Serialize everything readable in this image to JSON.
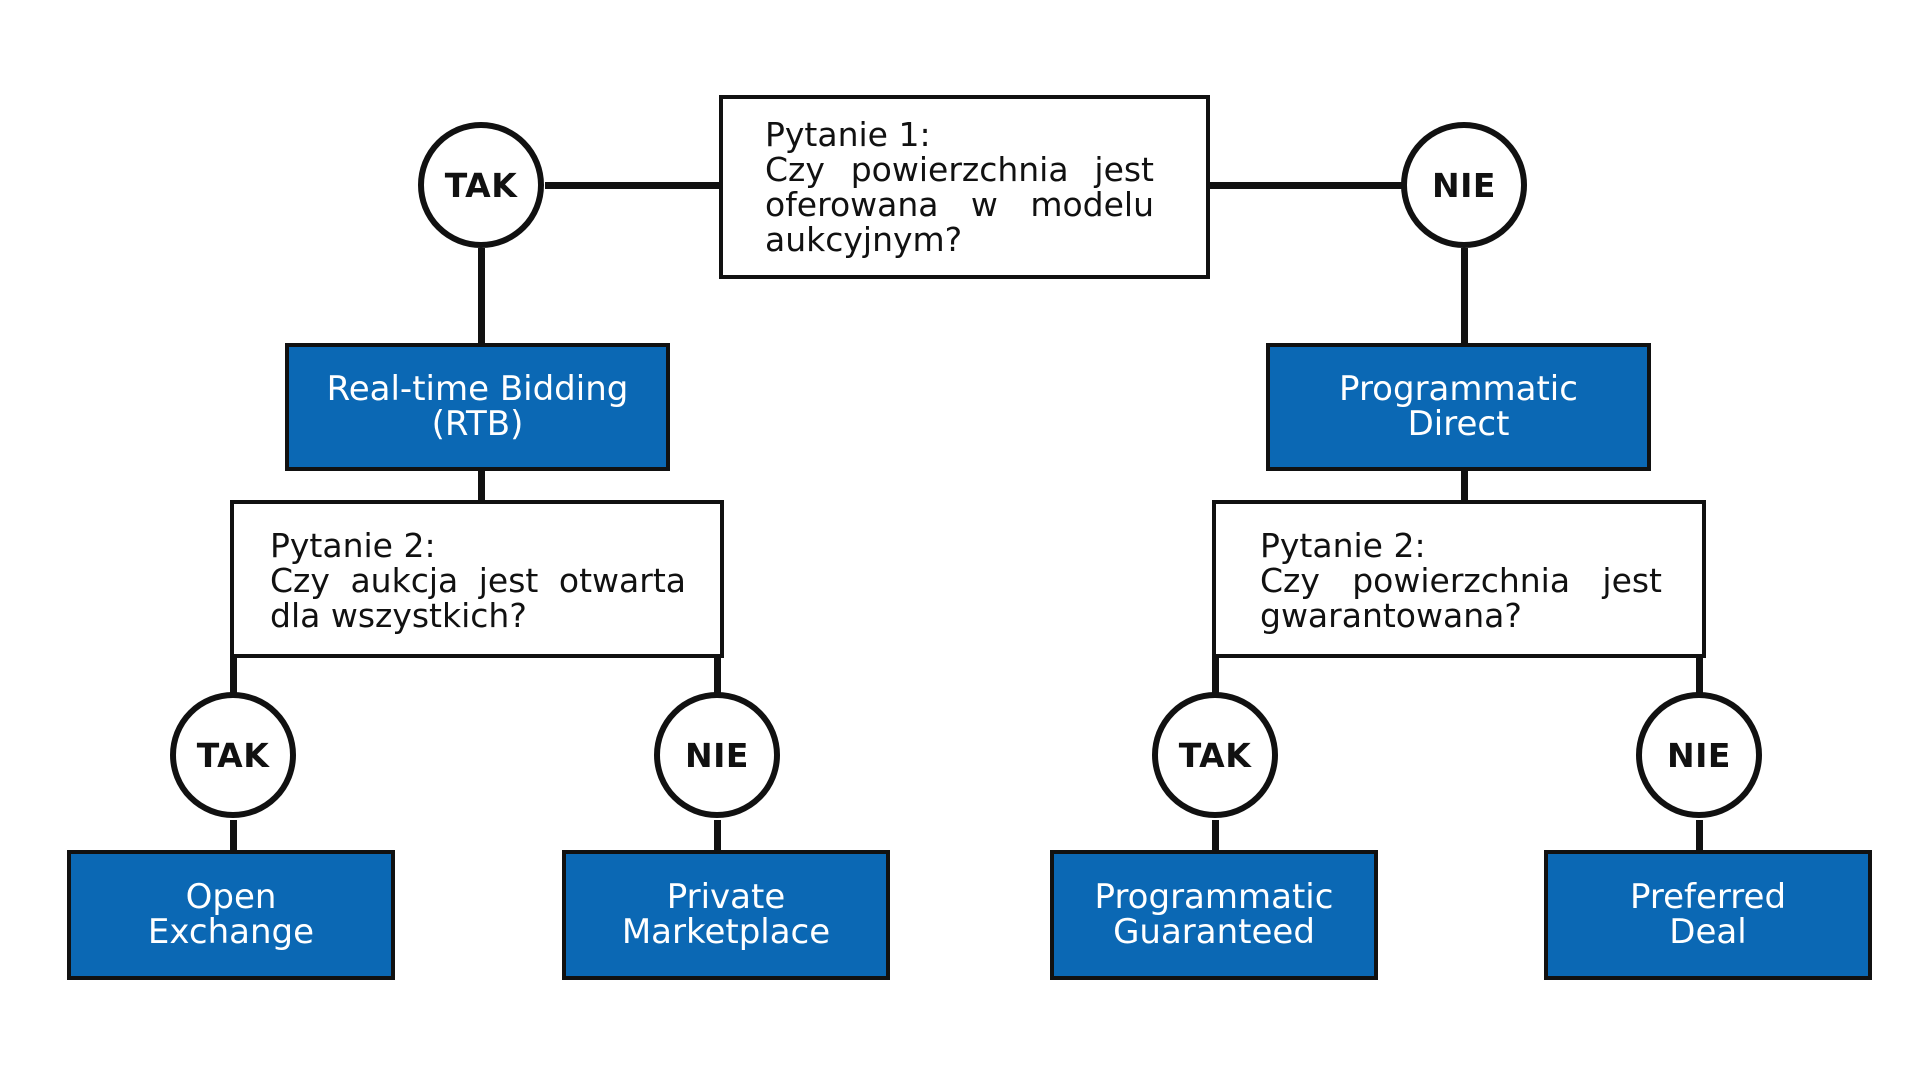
{
  "colors": {
    "result_fill": "#0b68b4",
    "line": "#111111",
    "question_fill": "#ffffff"
  },
  "question1": {
    "lines": [
      "Pytanie 1:",
      "Czy powierzchnia jest",
      "oferowana w modelu",
      "aukcyjnym?"
    ]
  },
  "question2_left": {
    "lines": [
      "Pytanie 2:",
      "Czy aukcja jest otwarta",
      "dla wszystkich?"
    ]
  },
  "question2_right": {
    "lines": [
      "Pytanie 2:",
      "Czy powierzchnia jest",
      "gwarantowana?"
    ]
  },
  "answers": {
    "top_yes": "TAK",
    "top_no": "NIE",
    "left_yes": "TAK",
    "left_no": "NIE",
    "right_yes": "TAK",
    "right_no": "NIE"
  },
  "results": {
    "rtb": [
      "Real-time Bidding",
      "(RTB)"
    ],
    "programmatic_direct": [
      "Programmatic",
      "Direct"
    ],
    "open_exchange": [
      "Open",
      "Exchange"
    ],
    "private_marketplace": [
      "Private",
      "Marketplace"
    ],
    "programmatic_guaranteed": [
      "Programmatic",
      "Guaranteed"
    ],
    "preferred_deal": [
      "Preferred",
      "Deal"
    ]
  }
}
